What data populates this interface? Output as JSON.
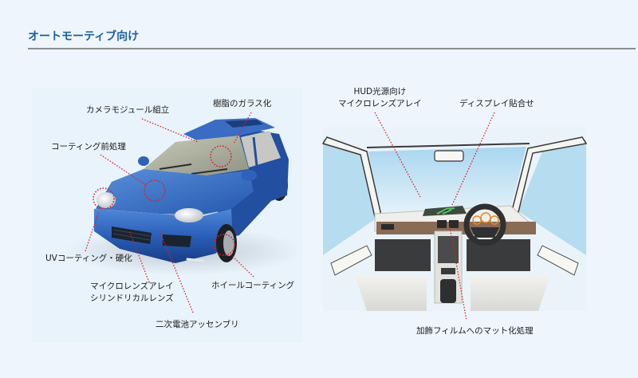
{
  "header": {
    "title": "オートモーティブ向け"
  },
  "colors": {
    "title": "#1a5fa8",
    "rule": "#8a8c8f",
    "background": "#eef5fc",
    "callout": "#d6202b",
    "car_body": "#2a5fb8"
  },
  "exterior": {
    "name": "car-exterior-illustration",
    "callouts": [
      {
        "id": "camera",
        "text": "カメラモジュール組立"
      },
      {
        "id": "resin-glass",
        "text": "樹脂のガラス化"
      },
      {
        "id": "coating-pre",
        "text": "コーティング前処理"
      },
      {
        "id": "uv",
        "text": "UVコーティング・硬化"
      },
      {
        "id": "microlens",
        "lines": [
          "マイクロレンズアレイ",
          "シリンドリカルレンズ"
        ]
      },
      {
        "id": "wheel",
        "text": "ホイールコーティング"
      },
      {
        "id": "battery",
        "text": "二次電池アッセンブリ"
      }
    ]
  },
  "interior": {
    "name": "car-interior-illustration",
    "callouts": [
      {
        "id": "hud",
        "lines": [
          "HUD光源向け",
          "マイクロレンズアレイ"
        ]
      },
      {
        "id": "display",
        "text": "ディスプレイ貼合せ"
      },
      {
        "id": "film",
        "text": "加飾フィルムへのマット化処理"
      }
    ]
  }
}
